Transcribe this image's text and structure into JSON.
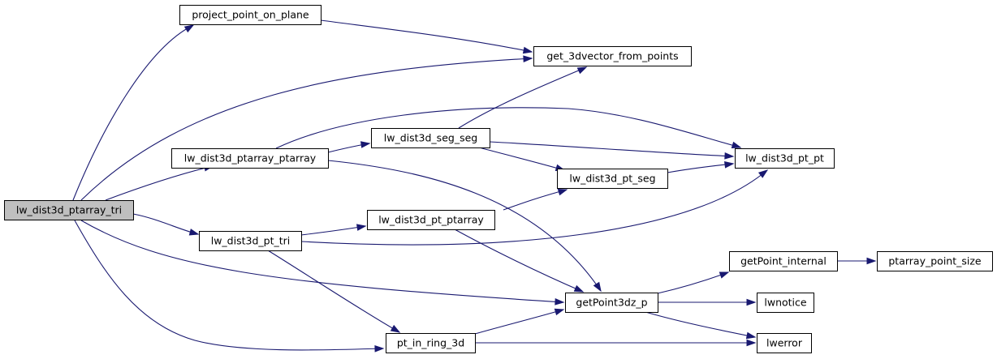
{
  "nodes": [
    {
      "id": "lw_dist3d_ptarray_tri",
      "label": "lw_dist3d_ptarray_tri",
      "highlighted": true
    },
    {
      "id": "project_point_on_plane",
      "label": "project_point_on_plane"
    },
    {
      "id": "get_3dvector_from_points",
      "label": "get_3dvector_from_points"
    },
    {
      "id": "lw_dist3d_ptarray_ptarray",
      "label": "lw_dist3d_ptarray_ptarray"
    },
    {
      "id": "lw_dist3d_seg_seg",
      "label": "lw_dist3d_seg_seg"
    },
    {
      "id": "lw_dist3d_pt_pt",
      "label": "lw_dist3d_pt_pt"
    },
    {
      "id": "lw_dist3d_pt_seg",
      "label": "lw_dist3d_pt_seg"
    },
    {
      "id": "lw_dist3d_pt_ptarray",
      "label": "lw_dist3d_pt_ptarray"
    },
    {
      "id": "lw_dist3d_pt_tri",
      "label": "lw_dist3d_pt_tri"
    },
    {
      "id": "getPoint_internal",
      "label": "getPoint_internal"
    },
    {
      "id": "ptarray_point_size",
      "label": "ptarray_point_size"
    },
    {
      "id": "getPoint3dz_p",
      "label": "getPoint3dz_p"
    },
    {
      "id": "lwnotice",
      "label": "lwnotice"
    },
    {
      "id": "pt_in_ring_3d",
      "label": "pt_in_ring_3d"
    },
    {
      "id": "lwerror",
      "label": "lwerror"
    }
  ],
  "edges": [
    {
      "from": "lw_dist3d_ptarray_tri",
      "to": "project_point_on_plane"
    },
    {
      "from": "lw_dist3d_ptarray_tri",
      "to": "get_3dvector_from_points"
    },
    {
      "from": "lw_dist3d_ptarray_tri",
      "to": "lw_dist3d_ptarray_ptarray"
    },
    {
      "from": "lw_dist3d_ptarray_tri",
      "to": "lw_dist3d_pt_tri"
    },
    {
      "from": "lw_dist3d_ptarray_tri",
      "to": "getPoint3dz_p"
    },
    {
      "from": "lw_dist3d_ptarray_tri",
      "to": "pt_in_ring_3d"
    },
    {
      "from": "project_point_on_plane",
      "to": "get_3dvector_from_points"
    },
    {
      "from": "lw_dist3d_ptarray_ptarray",
      "to": "lw_dist3d_seg_seg"
    },
    {
      "from": "lw_dist3d_ptarray_ptarray",
      "to": "lw_dist3d_pt_pt"
    },
    {
      "from": "lw_dist3d_ptarray_ptarray",
      "to": "getPoint3dz_p"
    },
    {
      "from": "lw_dist3d_seg_seg",
      "to": "get_3dvector_from_points"
    },
    {
      "from": "lw_dist3d_seg_seg",
      "to": "lw_dist3d_pt_pt"
    },
    {
      "from": "lw_dist3d_seg_seg",
      "to": "lw_dist3d_pt_seg"
    },
    {
      "from": "lw_dist3d_pt_seg",
      "to": "lw_dist3d_pt_pt"
    },
    {
      "from": "lw_dist3d_pt_tri",
      "to": "lw_dist3d_pt_ptarray"
    },
    {
      "from": "lw_dist3d_pt_tri",
      "to": "lw_dist3d_pt_pt"
    },
    {
      "from": "lw_dist3d_pt_tri",
      "to": "pt_in_ring_3d"
    },
    {
      "from": "lw_dist3d_pt_ptarray",
      "to": "lw_dist3d_pt_seg"
    },
    {
      "from": "lw_dist3d_pt_ptarray",
      "to": "getPoint3dz_p"
    },
    {
      "from": "getPoint3dz_p",
      "to": "getPoint_internal"
    },
    {
      "from": "getPoint3dz_p",
      "to": "lwnotice"
    },
    {
      "from": "getPoint3dz_p",
      "to": "lwerror"
    },
    {
      "from": "getPoint_internal",
      "to": "ptarray_point_size"
    },
    {
      "from": "pt_in_ring_3d",
      "to": "getPoint3dz_p"
    },
    {
      "from": "pt_in_ring_3d",
      "to": "lwerror"
    }
  ],
  "colors": {
    "edge": "#191970",
    "node_fill": "#ffffff",
    "node_highlight_fill": "#bfbfbf",
    "node_border": "#000000"
  }
}
